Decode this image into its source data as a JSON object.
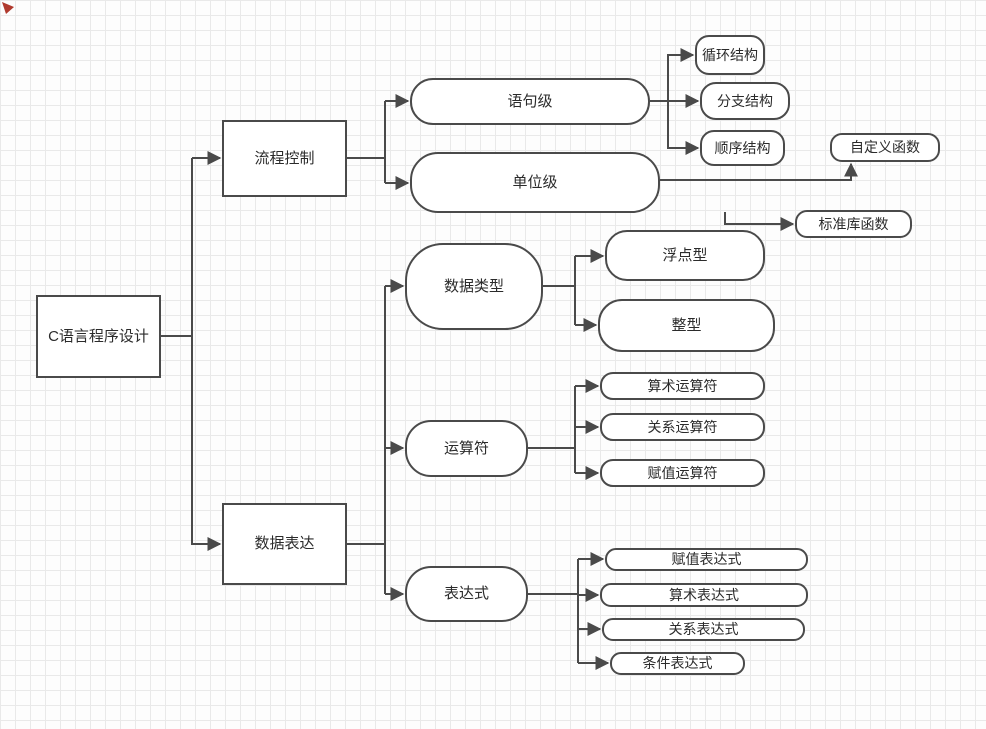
{
  "nodes": {
    "root": {
      "label": "C语言程序设计"
    },
    "flow_control": {
      "label": "流程控制"
    },
    "data_expression": {
      "label": "数据表达"
    },
    "statement_level": {
      "label": "语句级"
    },
    "unit_level": {
      "label": "单位级"
    },
    "loop_structure": {
      "label": "循环结构"
    },
    "branch_structure": {
      "label": "分支结构"
    },
    "sequence_structure": {
      "label": "顺序结构"
    },
    "custom_function": {
      "label": "自定义函数"
    },
    "standard_library_function": {
      "label": "标准库函数"
    },
    "data_type": {
      "label": "数据类型"
    },
    "float_type": {
      "label": "浮点型"
    },
    "integer_type": {
      "label": "整型"
    },
    "operator": {
      "label": "运算符"
    },
    "arithmetic_operator": {
      "label": "算术运算符"
    },
    "relational_operator": {
      "label": "关系运算符"
    },
    "assignment_operator": {
      "label": "赋值运算符"
    },
    "expression": {
      "label": "表达式"
    },
    "assignment_expression": {
      "label": "赋值表达式"
    },
    "arithmetic_expression": {
      "label": "算术表达式"
    },
    "relational_expression": {
      "label": "关系表达式"
    },
    "conditional_expression": {
      "label": "条件表达式"
    }
  },
  "edges": [
    [
      "root",
      "flow_control"
    ],
    [
      "root",
      "data_expression"
    ],
    [
      "flow_control",
      "statement_level"
    ],
    [
      "flow_control",
      "unit_level"
    ],
    [
      "statement_level",
      "loop_structure"
    ],
    [
      "statement_level",
      "branch_structure"
    ],
    [
      "statement_level",
      "sequence_structure"
    ],
    [
      "unit_level",
      "custom_function"
    ],
    [
      "unit_level",
      "standard_library_function"
    ],
    [
      "data_expression",
      "data_type"
    ],
    [
      "data_expression",
      "operator"
    ],
    [
      "data_expression",
      "expression"
    ],
    [
      "data_type",
      "float_type"
    ],
    [
      "data_type",
      "integer_type"
    ],
    [
      "operator",
      "arithmetic_operator"
    ],
    [
      "operator",
      "relational_operator"
    ],
    [
      "operator",
      "assignment_operator"
    ],
    [
      "expression",
      "assignment_expression"
    ],
    [
      "expression",
      "arithmetic_expression"
    ],
    [
      "expression",
      "relational_expression"
    ],
    [
      "expression",
      "conditional_expression"
    ]
  ],
  "colors": {
    "node_border": "#4a4a4a",
    "connector": "#4a4a4a",
    "node_fill": "#ffffff",
    "grid_line": "#e9e9e9",
    "background": "#fdfdfd",
    "corner_marker": "#b03a2e"
  }
}
